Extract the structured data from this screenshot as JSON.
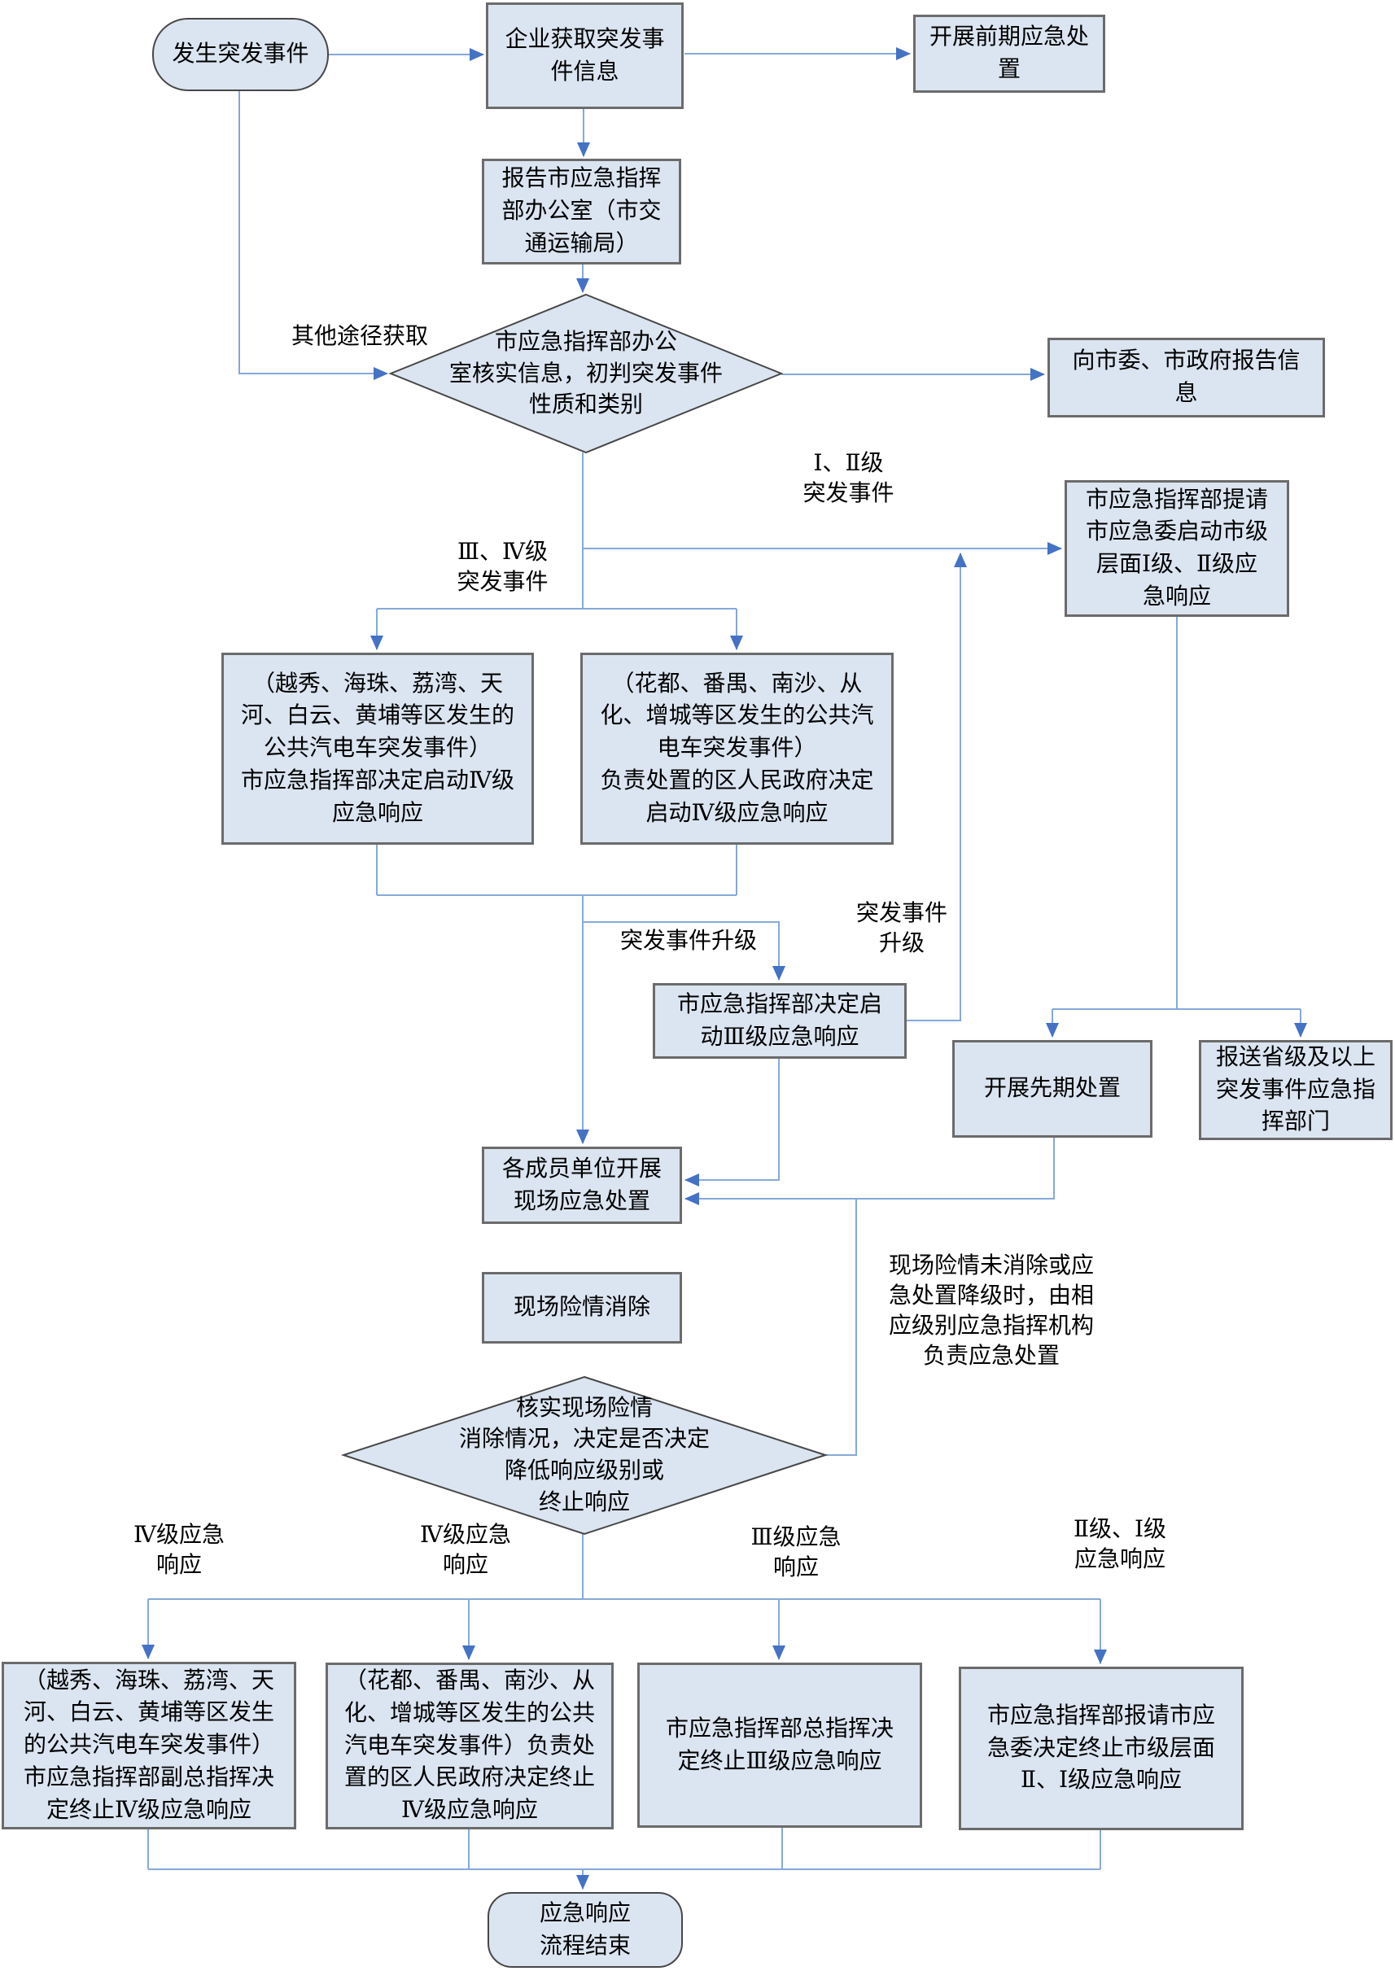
{
  "nodes": {
    "start": {
      "text": "发生突发事件"
    },
    "get_info": {
      "text": "企业获取突发事\n件信息"
    },
    "early_dispose": {
      "text": "开展前期应急处\n置"
    },
    "report_office": {
      "text": "报告市应急指挥\n部办公室（市交\n通运输局）"
    },
    "verify_diamond": {
      "text": "市应急指挥部办公\n室核实信息，初判突发事件\n性质和类别"
    },
    "report_gov": {
      "text": "向市委、市政府报告信\n息"
    },
    "request_city": {
      "text": "市应急指挥部提请\n市应急委启动市级\n层面Ⅰ级、Ⅱ级应\n急响应"
    },
    "yx_start_iv": {
      "text": "（越秀、海珠、荔湾、天\n河、白云、黄埔等区发生的\n公共汽电车突发事件）\n市应急指挥部决定启动Ⅳ级\n应急响应"
    },
    "hd_start_iv": {
      "text": "（花都、番禺、南沙、从\n化、增城等区发生的公共汽\n电车突发事件）\n负责处置的区人民政府决定\n启动Ⅳ级应急响应"
    },
    "start_iii": {
      "text": "市应急指挥部决定启\n动Ⅲ级应急响应"
    },
    "first_dispose": {
      "text": "开展先期处置"
    },
    "report_prov": {
      "text": "报送省级及以上\n突发事件应急指\n挥部门"
    },
    "members": {
      "text": "各成员单位开展\n现场应急处置"
    },
    "hazard_clear": {
      "text": "现场险情消除"
    },
    "check_diamond": {
      "text": "核实现场险情\n消除情况，决定是否决定\n降低响应级别或\n终止响应"
    },
    "note": {
      "text": "现场险情未消除或应\n急处置降级时，由相\n应级别应急指挥机构\n负责应急处置"
    },
    "term_yx_iv": {
      "text": "（越秀、海珠、荔湾、天\n河、白云、黄埔等区发生\n的公共汽电车突发事件）\n市应急指挥部副总指挥决\n定终止Ⅳ级应急响应"
    },
    "term_hd_iv": {
      "text": "（花都、番禺、南沙、从\n化、增城等区发生的公共\n汽电车突发事件）负责处\n置的区人民政府决定终止\nⅣ级应急响应"
    },
    "term_iii": {
      "text": "市应急指挥部总指挥决\n定终止Ⅲ级应急响应"
    },
    "term_ii_i": {
      "text": "市应急指挥部报请市应\n急委决定终止市级层面\nⅡ、Ⅰ级应急响应"
    },
    "end": {
      "text": "应急响应\n流程结束"
    }
  },
  "edge_labels": {
    "other_channel": {
      "text": "其他途径获取"
    },
    "lvl_1_2": {
      "text": "Ⅰ、Ⅱ级\n突发事件"
    },
    "lvl_3_4": {
      "text": "Ⅲ、Ⅳ级\n突发事件"
    },
    "upgrade_left": {
      "text": "突发事件升级"
    },
    "upgrade_right": {
      "text": "突发事件\n升级"
    },
    "resp_iv_a": {
      "text": "Ⅳ级应急\n响应"
    },
    "resp_iv_b": {
      "text": "Ⅳ级应急\n响应"
    },
    "resp_iii": {
      "text": "Ⅲ级应急\n响应"
    },
    "resp_ii_i": {
      "text": "Ⅱ级、Ⅰ级\n应急响应"
    }
  },
  "colors": {
    "node_fill": "#dbe5f1",
    "node_border": "#6b6b6b",
    "diamond_border": "#474747",
    "line": "#85a9d9",
    "arrow": "#4472c4",
    "text": "#000000"
  }
}
